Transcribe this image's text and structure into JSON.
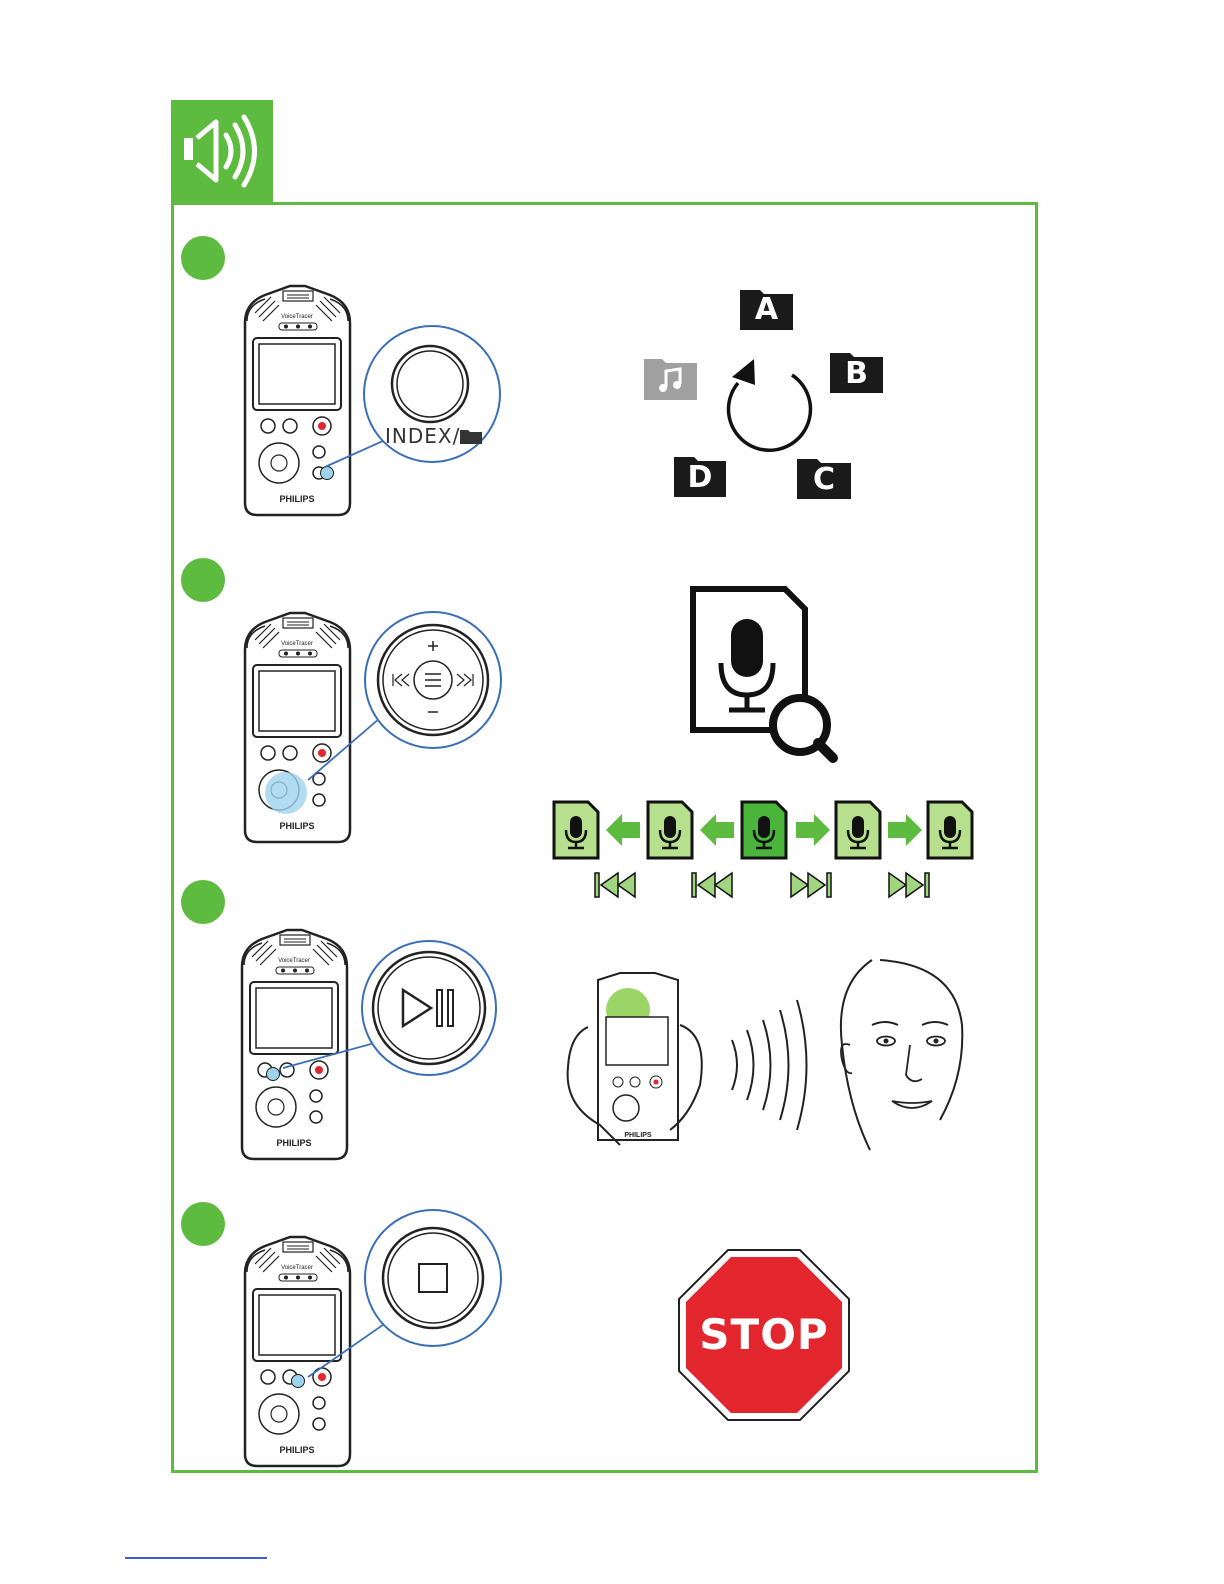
{
  "colors": {
    "accent": "#5dbb3f",
    "highlight": "#9ed3ee",
    "record": "#e3262d",
    "stop": "#e3262d",
    "file_green": "#b7e08e",
    "file_dark_green": "#4bb43a"
  },
  "header": {
    "icon": "speaker-icon"
  },
  "device": {
    "brand": "PHILIPS",
    "model": "VoiceTracer"
  },
  "step1": {
    "button_label": "INDEX/",
    "button_icon": "folder-icon",
    "folders": [
      "A",
      "B",
      "C",
      "D"
    ],
    "music_icon": "music-note-icon"
  },
  "step2": {
    "icons": [
      "skip-back-icon",
      "skip-back-icon",
      "skip-forward-icon",
      "skip-forward-icon"
    ]
  },
  "step3": {
    "icon": "play-pause-icon"
  },
  "step4": {
    "icon": "stop-icon",
    "sign_text": "STOP"
  }
}
